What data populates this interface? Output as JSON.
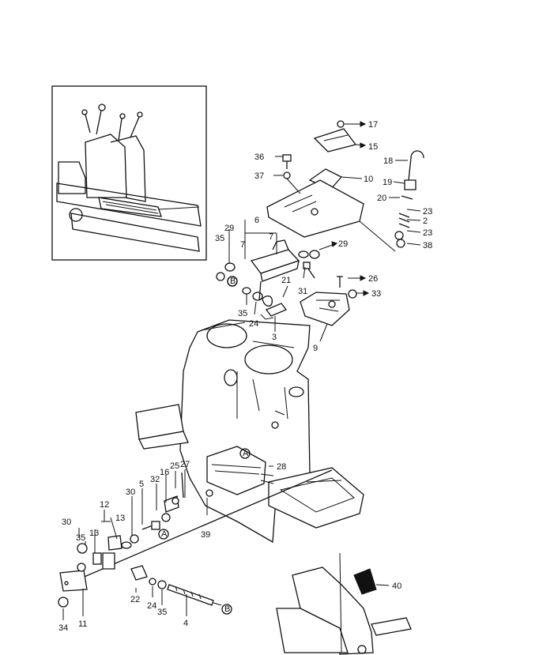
{
  "callouts": {
    "c17": "17",
    "c15": "15",
    "c36": "36",
    "c18": "18",
    "c37": "37",
    "c10": "10",
    "c19": "19",
    "c20": "20",
    "c23a": "23",
    "c2": "2",
    "c23b": "23",
    "c38": "38",
    "c6": "6",
    "c29a": "29",
    "c35a": "35",
    "c7a": "7",
    "c7b": "7",
    "c29b": "29",
    "c21": "21",
    "c26": "26",
    "c31": "31",
    "c33": "33",
    "c35b": "35",
    "c24a": "24",
    "c3": "3",
    "c9": "9",
    "c28": "28",
    "c16": "16",
    "c25": "25",
    "c27": "27",
    "c32": "32",
    "c5": "5",
    "c30a": "30",
    "c12": "12",
    "c13a": "13",
    "c13b": "13",
    "c30b": "30",
    "c35c": "35",
    "c39": "39",
    "c22": "22",
    "c24b": "24",
    "c35d": "35",
    "c4": "4",
    "c34": "34",
    "c11": "11",
    "c40": "40"
  },
  "refs": {
    "refA": "A",
    "refB": "B"
  }
}
